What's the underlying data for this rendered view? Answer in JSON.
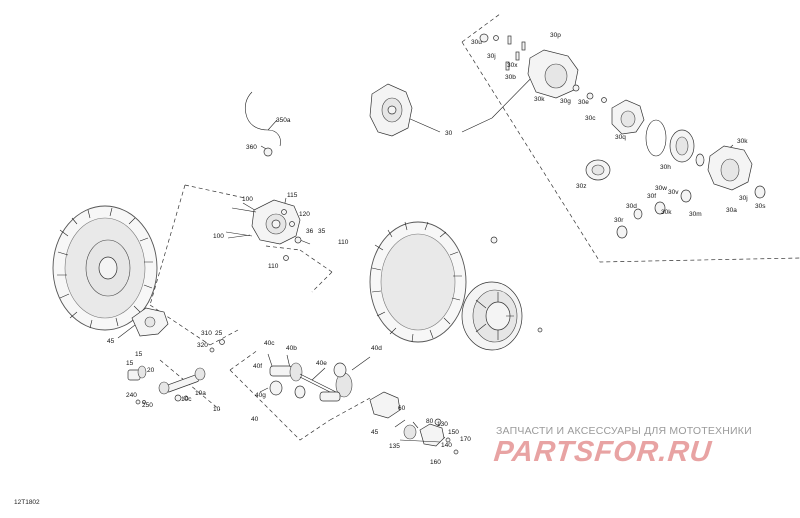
{
  "diagram_ref": "12T1802",
  "watermark": {
    "tagline": "ЗАПЧАСТИ И АКСЕССУАРЫ ДЛЯ МОТОТЕХНИКИ",
    "logo": "PARTSFOR.RU"
  },
  "callouts": {
    "c30": "30",
    "c30a": "30a",
    "c30b": "30b",
    "c30c": "30c",
    "c30d": "30d",
    "c30e": "30e",
    "c30f": "30f",
    "c30g": "30g",
    "c30h": "30h",
    "c30j": "30j",
    "c30k_top": "30k",
    "c30k_left": "30k",
    "c30k_right": "30k",
    "c30m": "30m",
    "c30p": "30p",
    "c30q": "30q",
    "c30r": "30r",
    "c30s": "30s",
    "c30u": "30u",
    "c30v": "30v",
    "c30w": "30w",
    "c30x": "30x",
    "c30z": "30z",
    "c30j_top": "30j",
    "c30k_mid": "30k",
    "c350a": "350a",
    "c360": "360",
    "c100a": "100",
    "c100b": "100",
    "c115": "115",
    "c120": "120",
    "c36": "36",
    "c35": "35",
    "c110a": "110",
    "c110b": "110",
    "c45a": "45",
    "c45b": "45",
    "c310": "310",
    "c320": "320",
    "c25": "25",
    "c15a": "15",
    "c15b": "15",
    "c20": "20",
    "c10a": "10a",
    "c10c": "10c",
    "c10": "10",
    "c240": "240",
    "c250": "250",
    "c40c": "40c",
    "c40b": "40b",
    "c40e": "40e",
    "c40d": "40d",
    "c40f": "40f",
    "c40g": "40g",
    "c40": "40",
    "c60": "60",
    "c80": "80",
    "c130": "130",
    "c150": "150",
    "c135": "135",
    "c140": "140",
    "c160": "160",
    "c170": "170"
  }
}
